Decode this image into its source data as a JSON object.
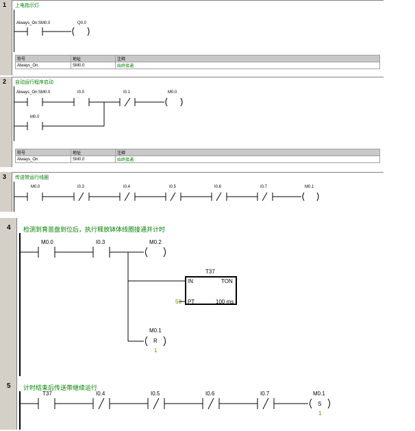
{
  "networks": [
    {
      "number": "1",
      "comment": "上电指示灯",
      "contacts": [
        {
          "label": "Always_On:SM0.0"
        }
      ],
      "coil": {
        "label": "Q0.0"
      },
      "table": {
        "headers": [
          "符号",
          "地址",
          "注释"
        ],
        "rows": [
          [
            "Always_On",
            "SM0.0",
            "始终接通"
          ]
        ]
      }
    },
    {
      "number": "2",
      "comment": "自动运行程序启动",
      "contacts": [
        {
          "label": "Always_On:SM0.0"
        },
        {
          "label": "I0.0"
        },
        {
          "label": "I0.1"
        },
        {
          "label": "M0.0"
        }
      ],
      "coil": {
        "label": "M0.0"
      },
      "table": {
        "headers": [
          "符号",
          "地址",
          "注释"
        ],
        "rows": [
          [
            "Always_On",
            "SM0.0",
            "始终接通"
          ]
        ]
      }
    },
    {
      "number": "3",
      "comment": "传送带运行线圈",
      "contacts": [
        {
          "label": "M0.0"
        },
        {
          "label": "I0.3"
        },
        {
          "label": "I0.4"
        },
        {
          "label": "I0.5"
        },
        {
          "label": "I0.6"
        },
        {
          "label": "I0.7"
        }
      ],
      "coil": {
        "label": "M0.1"
      }
    },
    {
      "number": "4",
      "comment": "检测到育苗盘到位后，执行释放钵体线圈接通并计时",
      "contacts": [
        {
          "label": "M0.0"
        },
        {
          "label": "I0.3"
        }
      ],
      "coil": {
        "label": "M0.2"
      },
      "timer": {
        "name": "T37",
        "in": "IN",
        "type": "TON",
        "pt_label": "PT",
        "pt_value": "50",
        "base": "100 ms"
      },
      "reset_coil": {
        "label": "M0.1",
        "letter": "R",
        "count": "1"
      }
    },
    {
      "number": "5",
      "comment": "计时结束后传送带继续运行",
      "contacts": [
        {
          "label": "T37"
        },
        {
          "label": "I0.4"
        },
        {
          "label": "I0.5"
        },
        {
          "label": "I0.6"
        },
        {
          "label": "I0.7"
        }
      ],
      "set_coil": {
        "label": "M0.1",
        "letter": "S",
        "count": "1"
      }
    }
  ]
}
